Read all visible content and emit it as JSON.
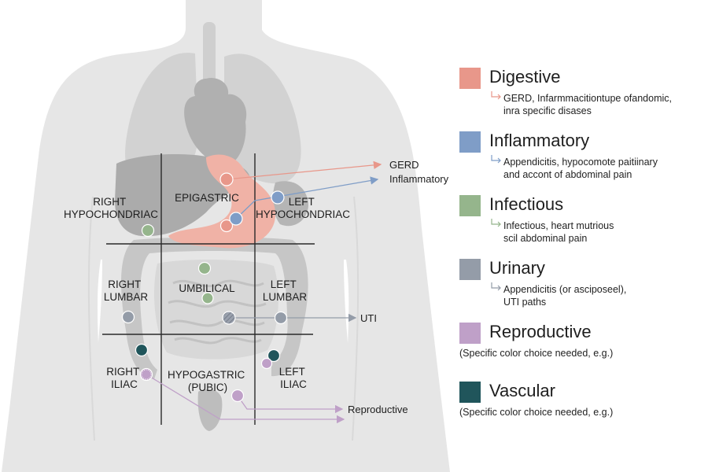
{
  "colors": {
    "digestive": "#E8978A",
    "inflammatory": "#7F9DC7",
    "infectious": "#95B58C",
    "urinary": "#949CA8",
    "reproductive": "#BFA0C8",
    "vascular": "#20555B",
    "body": "#E6E6E6",
    "organs": "#C4C4C4"
  },
  "regions": {
    "right_hypochondriac": [
      "RIGHT",
      "HYPOCHONDRIAC"
    ],
    "epigastric": [
      "EPIGASTRIC"
    ],
    "left_hypochondriac": [
      "LEFT",
      "HYPOCHONDRIAC"
    ],
    "right_lumbar": [
      "RIGHT",
      "LUMBAR"
    ],
    "umbilical": [
      "UMBILICAL"
    ],
    "left_lumbar": [
      "LEFT",
      "LUMBAR"
    ],
    "right_iliac": [
      "RIGHT",
      "ILIAC"
    ],
    "hypogastric": [
      "HYPOGASTRIC",
      "(PUBIC)"
    ],
    "left_iliac": [
      "LEFT",
      "ILIAC"
    ]
  },
  "callouts": {
    "gerd": "GERD",
    "inflammatory": "Inflammatory",
    "uti": "UTI",
    "reproductive": "Reproductive"
  },
  "legend": [
    {
      "key": "digestive",
      "title": "Digestive",
      "arrow": true,
      "lines": [
        "GERD, Infarmmacitiontupe ofandomic,",
        "inra specific disases"
      ]
    },
    {
      "key": "inflammatory",
      "title": "Inflammatory",
      "arrow": true,
      "lines": [
        "Appendicitis, hypocomote paitiinary",
        "and accont of abdominal pain"
      ]
    },
    {
      "key": "infectious",
      "title": "Infectious",
      "arrow": true,
      "lines": [
        "Infectious, heart mutrious",
        "scil abdominal pain"
      ]
    },
    {
      "key": "urinary",
      "title": "Urinary",
      "arrow": true,
      "lines": [
        "Appendicitis (or asciposeel),",
        "UTI paths"
      ]
    },
    {
      "key": "reproductive",
      "title": "Reproductive",
      "arrow": false,
      "lines": [
        "(Specific color choice needed, e.g.)"
      ]
    },
    {
      "key": "vascular",
      "title": "Vascular",
      "arrow": false,
      "lines": [
        "(Specific color choice needed, e.g.)"
      ]
    }
  ]
}
